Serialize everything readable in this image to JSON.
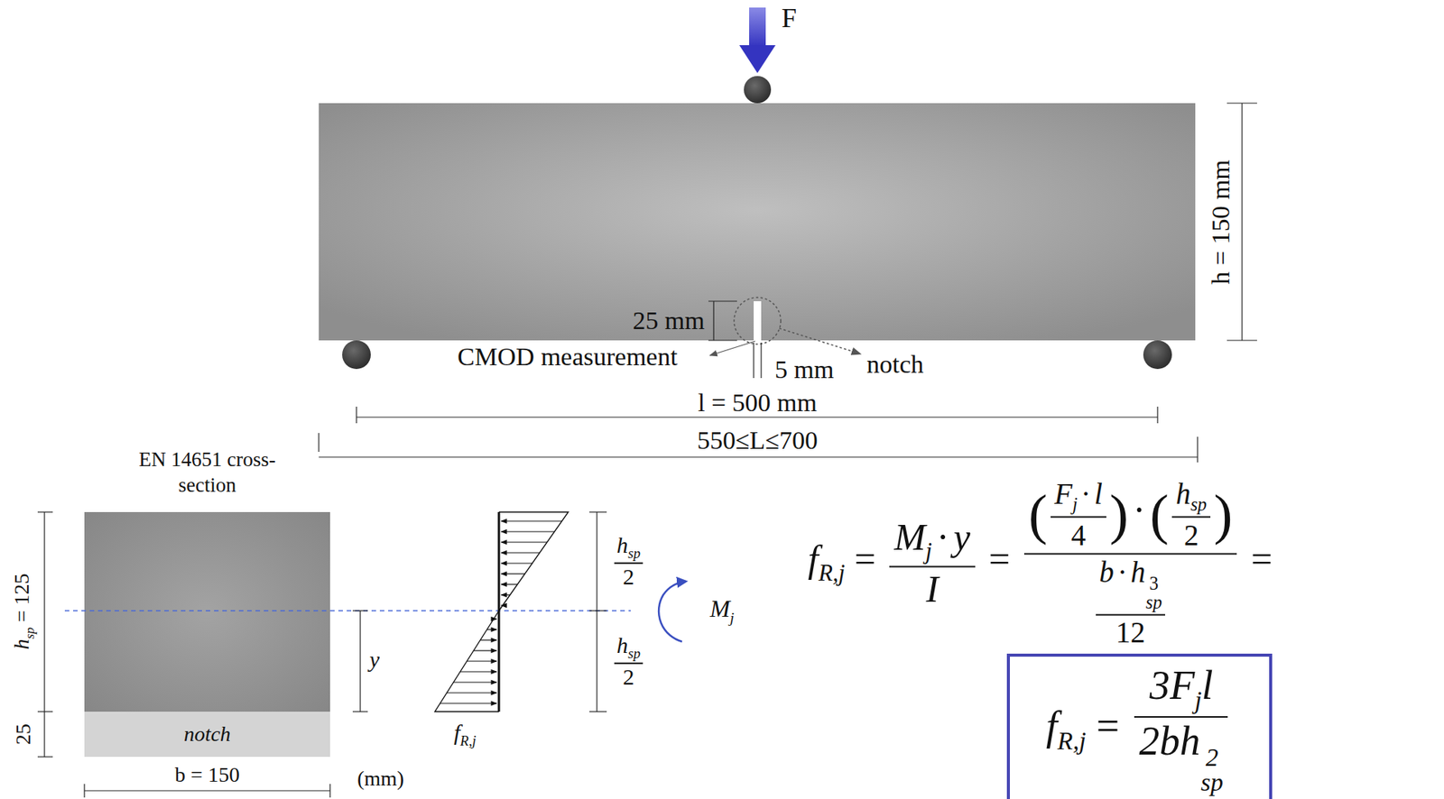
{
  "diagram": {
    "nodes": [
      {
        "text": [
          "EN 14651 cross-section"
        ]
      },
      {
        "text": [
          "notch"
        ],
        "in": 0
      },
      {
        "text": [
          "f",
          "R,j",
          "=",
          "3F",
          "j",
          "l",
          "2bh",
          "sp",
          "2"
        ]
      }
    ],
    "labels": [
      "F",
      "h = 150 mm",
      "25 mm",
      "CMOD measurement",
      "5 mm",
      "notch",
      "l = 500 mm",
      "550≤L≤700",
      "h",
      "sp",
      "= 125",
      "25",
      "b = 150",
      "(mm)",
      "y",
      "h",
      "sp",
      "2",
      "h",
      "sp",
      "2",
      "M",
      "j",
      "f",
      "R,j",
      "f",
      "R,j",
      "=",
      "M",
      "j",
      "·",
      "y",
      "I",
      "=",
      "(",
      "F",
      "j",
      "·",
      "l",
      "4",
      ")",
      "·",
      "(",
      "h",
      "sp",
      "2",
      ")",
      "b",
      "·",
      "h",
      "sp",
      "3",
      "12",
      "="
    ]
  }
}
